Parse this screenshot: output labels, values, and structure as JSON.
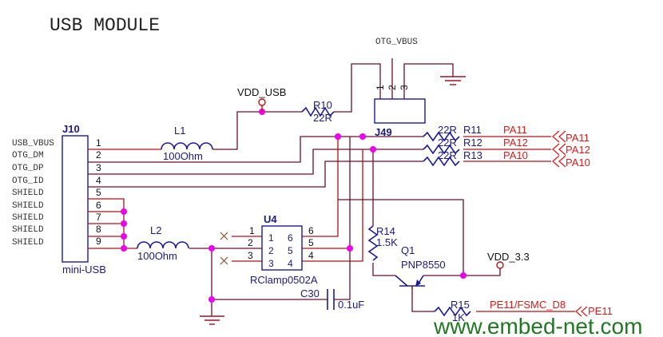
{
  "title": "USB MODULE",
  "watermark": "www.embed-net.com",
  "connector_j10": {
    "ref": "J10",
    "part": "mini-USB",
    "pins": [
      {
        "num": "1",
        "name": "USB_VBUS"
      },
      {
        "num": "2",
        "name": "OTG_DM"
      },
      {
        "num": "3",
        "name": "OTG_DP"
      },
      {
        "num": "4",
        "name": "OTG_ID"
      },
      {
        "num": "5",
        "name": "SHIELD"
      },
      {
        "num": "6",
        "name": "SHIELD"
      },
      {
        "num": "7",
        "name": "SHIELD"
      },
      {
        "num": "8",
        "name": "SHIELD"
      },
      {
        "num": "9",
        "name": "SHIELD"
      }
    ]
  },
  "inductors": {
    "l1": {
      "ref": "L1",
      "value": "100Ohm"
    },
    "l2": {
      "ref": "L2",
      "value": "100Ohm"
    }
  },
  "resistors": {
    "r10": {
      "ref": "R10",
      "value": "22R"
    },
    "r11": {
      "ref": "R11",
      "value": "22R"
    },
    "r12": {
      "ref": "R12",
      "value": "22R"
    },
    "r13": {
      "ref": "R13",
      "value": "22R"
    },
    "r14": {
      "ref": "R14",
      "value": "1.5K"
    },
    "r15": {
      "ref": "R15",
      "value": "1K"
    }
  },
  "power": {
    "vdd_usb": "VDD_USB",
    "vdd_33": "VDD_3.3",
    "otg_vbus": "OTG_VBUS"
  },
  "jumper_j49": {
    "ref": "J49",
    "pins": [
      "1",
      "2",
      "3"
    ]
  },
  "ic_u4": {
    "ref": "U4",
    "part": "RClamp0502A",
    "left_pins": [
      "1",
      "2",
      "3"
    ],
    "right_pins": [
      "6",
      "5",
      "4"
    ],
    "outer_left": [
      "1",
      "2",
      "3"
    ],
    "outer_right": [
      "6",
      "5",
      "4"
    ]
  },
  "capacitor_c30": {
    "ref": "C30",
    "value": "0.1uF"
  },
  "transistor_q1": {
    "ref": "Q1",
    "part": "PNP8550"
  },
  "nets": {
    "pa11": "PA11",
    "pa12": "PA12",
    "pa10": "PA10",
    "pe11_fsmc": "PE11/FSMC_D8"
  },
  "ports": {
    "pa11": "PA11",
    "pa12": "PA12",
    "pa10": "PA10",
    "pe11": "PE11"
  }
}
